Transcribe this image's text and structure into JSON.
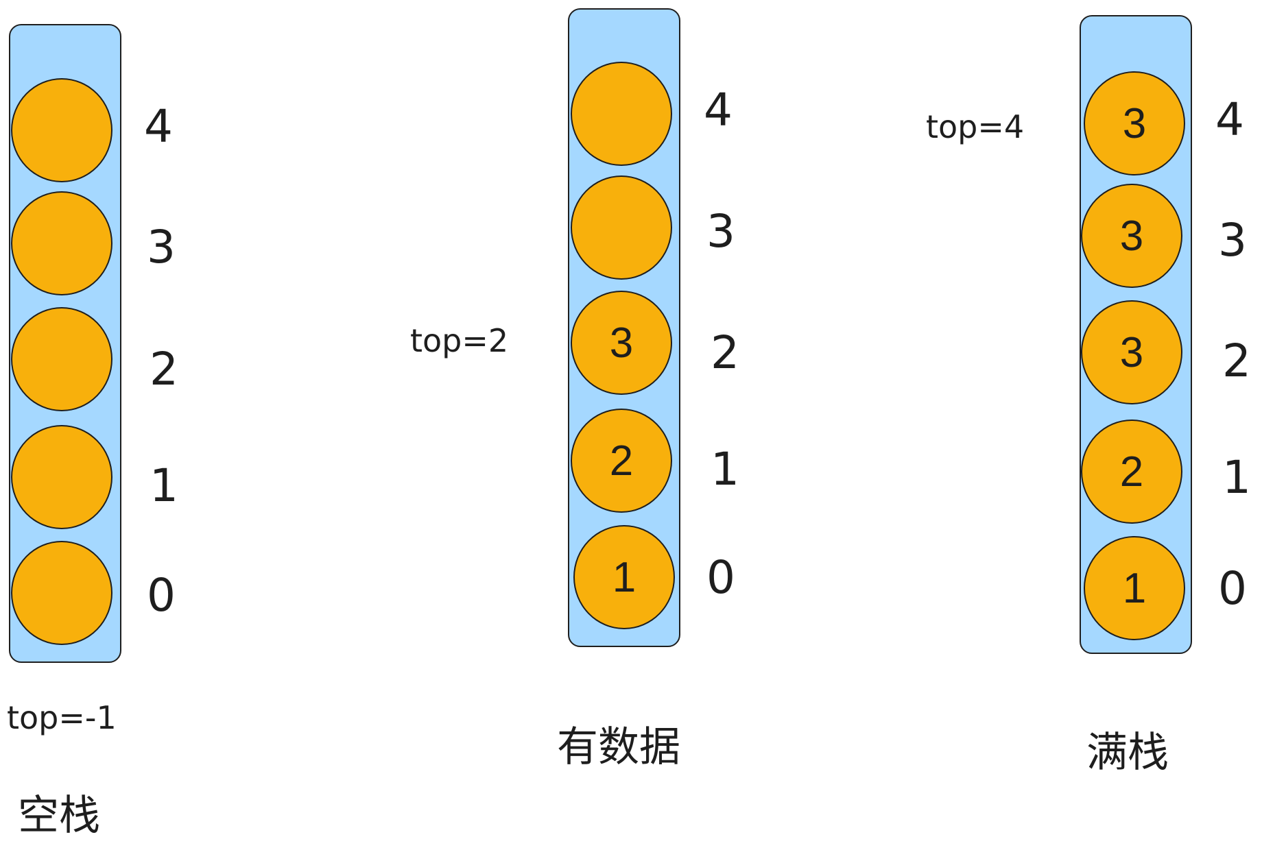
{
  "stacks": [
    {
      "caption": "空栈",
      "top_label": "top=-1",
      "indices": [
        "4",
        "3",
        "2",
        "1",
        "0"
      ],
      "slots": [
        "",
        "",
        "",
        "",
        ""
      ]
    },
    {
      "caption": "有数据",
      "top_label": "top=2",
      "indices": [
        "4",
        "3",
        "2",
        "1",
        "0"
      ],
      "slots": [
        "",
        "",
        "3",
        "2",
        "1"
      ]
    },
    {
      "caption": "满栈",
      "top_label": "top=4",
      "indices": [
        "4",
        "3",
        "2",
        "1",
        "0"
      ],
      "slots": [
        "3",
        "3",
        "3",
        "2",
        "1"
      ]
    }
  ],
  "colors": {
    "column_fill": "#a5d8ff",
    "element_fill": "#f8b00c",
    "stroke": "#1e1e1e"
  }
}
